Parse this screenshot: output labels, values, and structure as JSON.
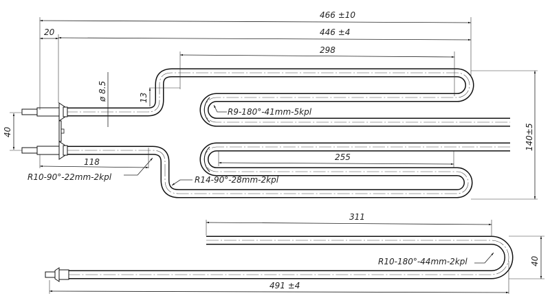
{
  "drawing": {
    "dimensions": {
      "overall_length": "466 ±10",
      "body_length": "446 ±4",
      "flange_offset": "20",
      "top_loop_length": "298",
      "tube_diameter": "ø 8.5",
      "offset_height": "13",
      "terminal_spacing": "40",
      "terminal_straight": "118",
      "bottom_loop_length": "255",
      "overall_width": "140±5",
      "side_loop_length": "311",
      "side_height": "40",
      "side_overall_length": "491 ±4"
    },
    "bend_notes": {
      "r9": "R9-180°-41mm-5kpl",
      "r10_90": "R10-90°-22mm-2kpl",
      "r14": "R14-90°-28mm-2kpl",
      "r10_180": "R10-180°-44mm-2kpl"
    }
  }
}
